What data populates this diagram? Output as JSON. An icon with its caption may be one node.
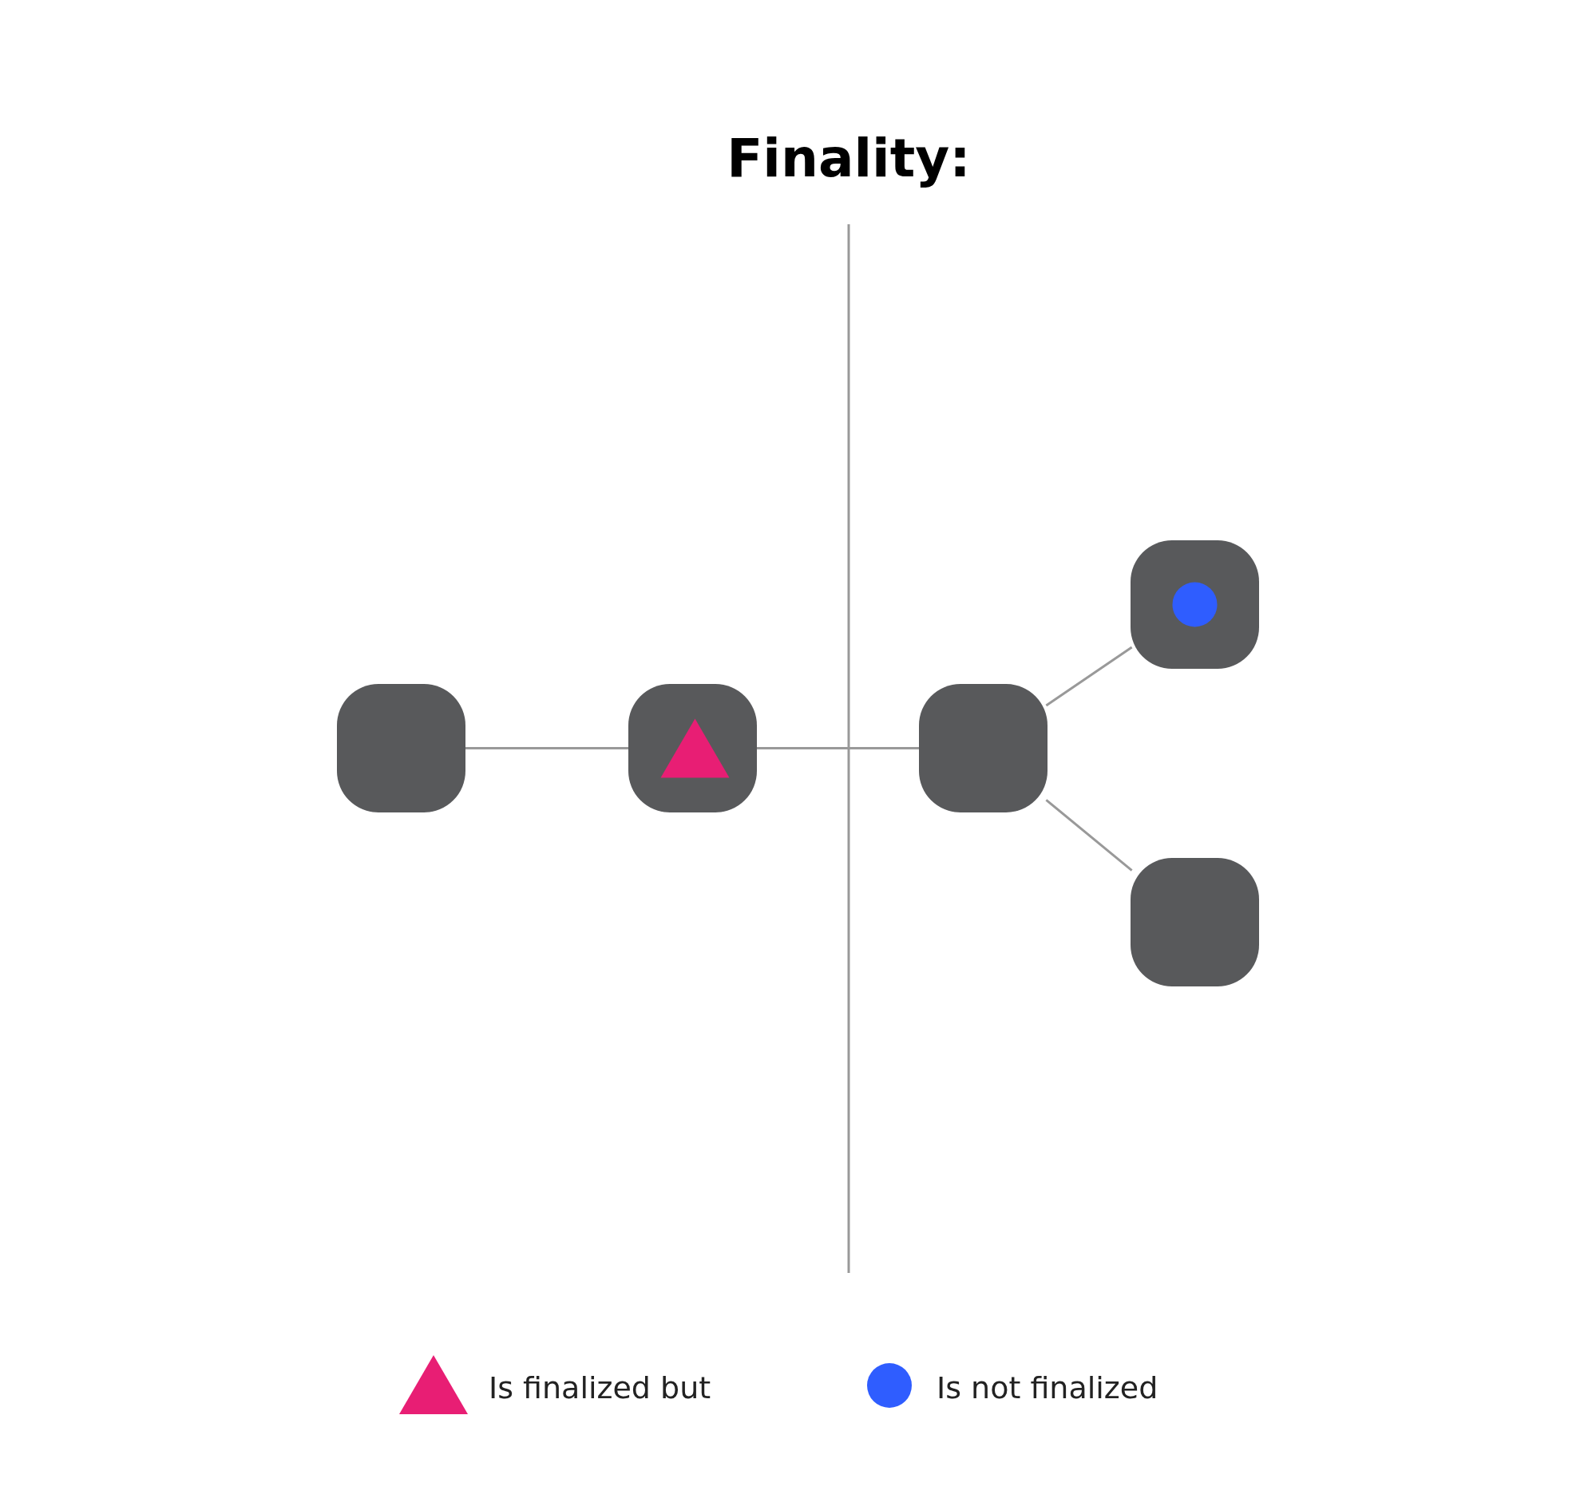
{
  "diagram": {
    "title": "Finality:",
    "nodes": [
      {
        "text": [],
        "shape": "box"
      },
      {
        "text": [],
        "shape": "box"
      },
      {
        "text": [],
        "shape": "box"
      },
      {
        "text": [],
        "shape": "box"
      },
      {
        "text": [],
        "shape": "box"
      }
    ],
    "edges": [
      {
        "from": 0,
        "to": 1,
        "arrow": "none"
      },
      {
        "from": 1,
        "to": 2,
        "arrow": "none"
      },
      {
        "from": 2,
        "to": 3,
        "arrow": "none"
      },
      {
        "from": 2,
        "to": 4,
        "arrow": "none"
      }
    ],
    "legend": [
      {
        "text": "Is finalized but",
        "color": "#e81e74"
      },
      {
        "text": "Is not finalized",
        "color": "#2f5dff"
      }
    ]
  }
}
